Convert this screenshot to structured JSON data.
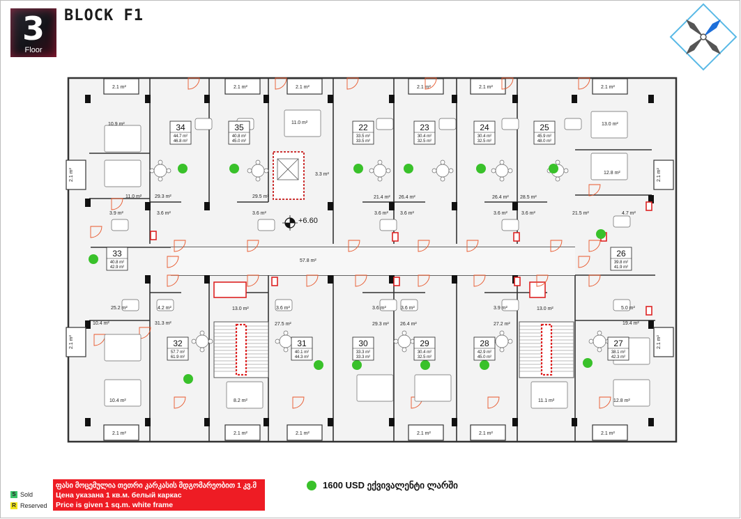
{
  "header": {
    "floor_number": "3",
    "floor_label": "Floor",
    "block_title": "BLOCK F1"
  },
  "plan": {
    "level_mark": "+6.60",
    "corridor_area": "57.8 m²",
    "elevator_area": "3.3 m²",
    "stair_areas": [
      "13.0 m²",
      "13.0 m²"
    ],
    "apartments": [
      {
        "no": "34",
        "a1": "44.7 m²",
        "a2": "46.8 m²"
      },
      {
        "no": "35",
        "a1": "40.8 m²",
        "a2": "45.0 m²"
      },
      {
        "no": "22",
        "a1": "33.5 m²",
        "a2": "33.5 m²"
      },
      {
        "no": "23",
        "a1": "30.4 m²",
        "a2": "32.5 m²"
      },
      {
        "no": "24",
        "a1": "30.4 m²",
        "a2": "32.5 m²"
      },
      {
        "no": "25",
        "a1": "45.9 m²",
        "a2": "48.0 m²"
      },
      {
        "no": "33",
        "a1": "40.8 m²",
        "a2": "42.9 m²"
      },
      {
        "no": "26",
        "a1": "39.8 m²",
        "a2": "41.9 m²"
      },
      {
        "no": "32",
        "a1": "57.7 m²",
        "a2": "61.9 m²"
      },
      {
        "no": "31",
        "a1": "40.1 m²",
        "a2": "44.3 m²"
      },
      {
        "no": "30",
        "a1": "33.3 m²",
        "a2": "33.3 m²"
      },
      {
        "no": "29",
        "a1": "30.4 m²",
        "a2": "32.5 m²"
      },
      {
        "no": "28",
        "a1": "42.9 m²",
        "a2": "45.0 m²"
      },
      {
        "no": "27",
        "a1": "38.1 m²",
        "a2": "42.3 m²"
      }
    ],
    "room_labels": [
      "10.9 m²",
      "11.0 m²",
      "29.3 m²",
      "3.9 m²",
      "3.6 m²",
      "11.0 m²",
      "29.5 m²",
      "3.6 m²",
      "21.4 m²",
      "26.4 m²",
      "3.6 m²",
      "3.6 m²",
      "26.4 m²",
      "28.5 m²",
      "3.6 m²",
      "3.6 m²",
      "13.0 m²",
      "12.8 m²",
      "21.5 m²",
      "4.7 m²",
      "25.2 m²",
      "4.2 m²",
      "10.4 m²",
      "31.3 m²",
      "3.6 m²",
      "27.5 m²",
      "3.6 m²",
      "3.6 m²",
      "29.3 m²",
      "26.4 m²",
      "3.9 m²",
      "27.2 m²",
      "5.0 m²",
      "19.4 m²",
      "10.4 m²",
      "8.2 m²",
      "11.1 m²",
      "12.8 m²"
    ],
    "balcony_label": "2.1 m²"
  },
  "legend": {
    "sold_letter": "S",
    "sold_label": "Sold",
    "sold_color": "#3cc46a",
    "reserved_letter": "R",
    "reserved_label": "Reserved",
    "reserved_color": "#f2e51c"
  },
  "notes": [
    "ფასი მოცემულია თეთრი კარკასის მდგომარეობით 1 კვ.მ",
    "Цена указана 1 кв.м. белый каркас",
    "Price is given 1 sq.m. white frame"
  ],
  "price_note": "1600 USD ექვივალენტი ლარში",
  "colors": {
    "available_dot": "#39c12a",
    "note_bg": "#ee1c24",
    "compass_blue": "#1e6fd9"
  }
}
